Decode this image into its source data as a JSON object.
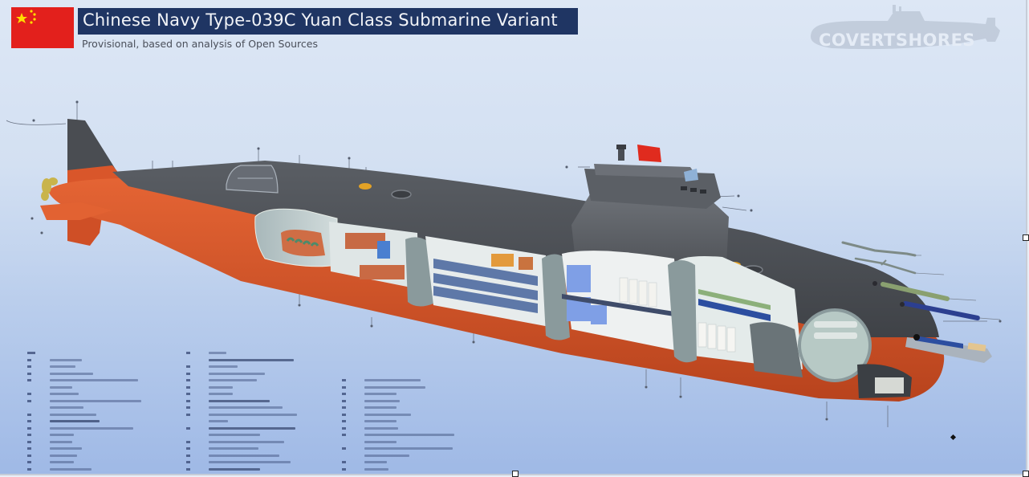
{
  "header": {
    "title": "Chinese Navy Type-039C Yuan Class Submarine Variant",
    "subtitle": "Provisional, based on analysis of Open Sources",
    "flag": "china-flag",
    "colors": {
      "title_bg": "#1f3563",
      "flag_red": "#e3201c",
      "flag_star": "#ffde00"
    }
  },
  "watermark": {
    "text": "COVERTSHORES"
  },
  "illustration": {
    "subject": "Type-039C Yuan class submarine cutaway",
    "colors": {
      "hull_upper": "#4b4f55",
      "hull_lower": "#d9562a",
      "interior": "#b9c7c9",
      "sky": "#d3e0f2"
    },
    "weapons_shown": [
      "cruise-missile",
      "anti-ship-missile",
      "torpedo-green",
      "torpedo-blue",
      "torpedo-loaded"
    ]
  },
  "legend": {
    "note": "Numbered key text is illegible in source",
    "columns": [
      {
        "rows": 16
      },
      {
        "rows": 17
      },
      {
        "rows": 14
      }
    ]
  },
  "selection_handles": [
    "right-middle",
    "bottom-middle",
    "bottom-right"
  ]
}
